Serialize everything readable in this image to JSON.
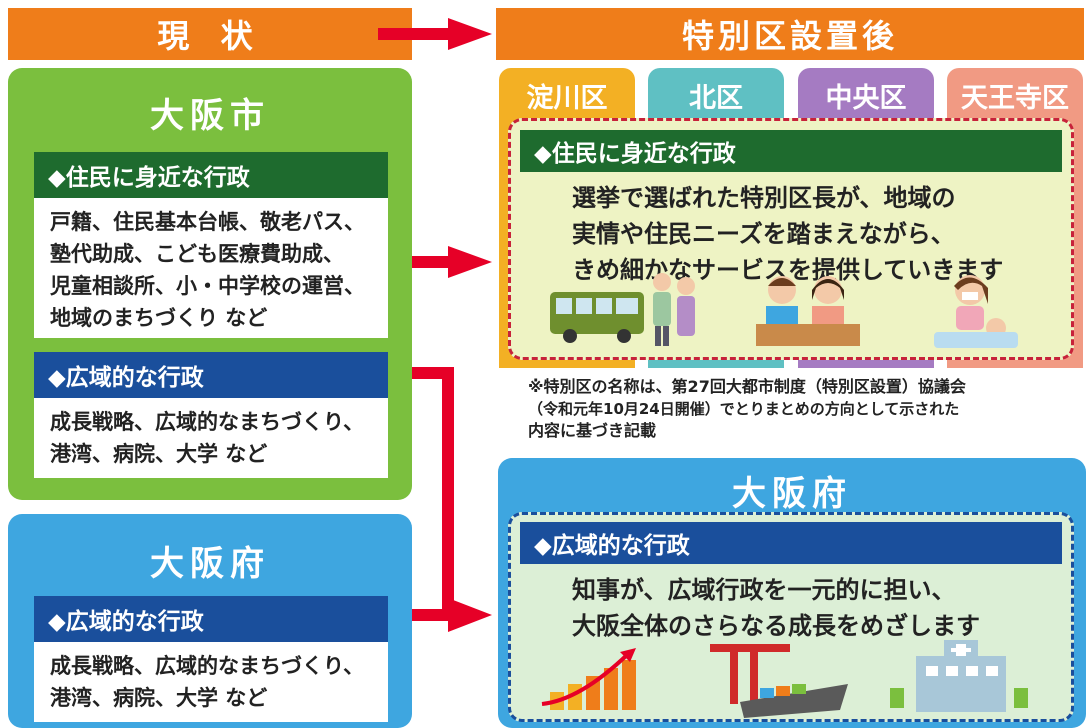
{
  "headers": {
    "current": "現 状",
    "after": "特別区設置後"
  },
  "left": {
    "osaka_city": {
      "title": "大阪市",
      "local_bar": "◆住民に身近な行政",
      "local_lines": [
        "戸籍、住民基本台帳、敬老パス、",
        "塾代助成、こども医療費助成、",
        "児童相談所、小・中学校の運営、",
        "地域のまちづくり など"
      ],
      "wide_bar": "◆広域的な行政",
      "wide_lines": [
        "成長戦略、広域的なまちづくり、",
        "港湾、病院、大学 など"
      ]
    },
    "osaka_pref": {
      "title": "大阪府",
      "wide_bar": "◆広域的な行政",
      "wide_lines": [
        "成長戦略、広域的なまちづくり、",
        "港湾、病院、大学 など"
      ]
    }
  },
  "right": {
    "wards": [
      {
        "name": "淀川区",
        "color": "#f3b024"
      },
      {
        "name": "北区",
        "color": "#5fc0c3"
      },
      {
        "name": "中央区",
        "color": "#a57bc2"
      },
      {
        "name": "天王寺区",
        "color": "#f19a83"
      }
    ],
    "local_bar": "◆住民に身近な行政",
    "local_lines": [
      "選挙で選ばれた特別区長が、地域の",
      "実情や住民ニーズを踏まえながら、",
      "きめ細かなサービスを提供していきます"
    ],
    "note_lines": [
      "※特別区の名称は、第27回大都市制度（特別区設置）協議会",
      "（令和元年10月24日開催）でとりまとめの方向として示された",
      "内容に基づき記載"
    ],
    "pref": {
      "title": "大阪府",
      "wide_bar": "◆広域的な行政",
      "wide_lines": [
        "知事が、広域行政を一元的に担い、",
        "大阪全体のさらなる成長をめざします"
      ]
    }
  },
  "colors": {
    "orange": "#ef7d1a",
    "green": "#7bbf3e",
    "dark_green": "#1e6b2e",
    "blue": "#3ea6e0",
    "dark_blue": "#1a4f9c",
    "arrow_red": "#e60027"
  }
}
